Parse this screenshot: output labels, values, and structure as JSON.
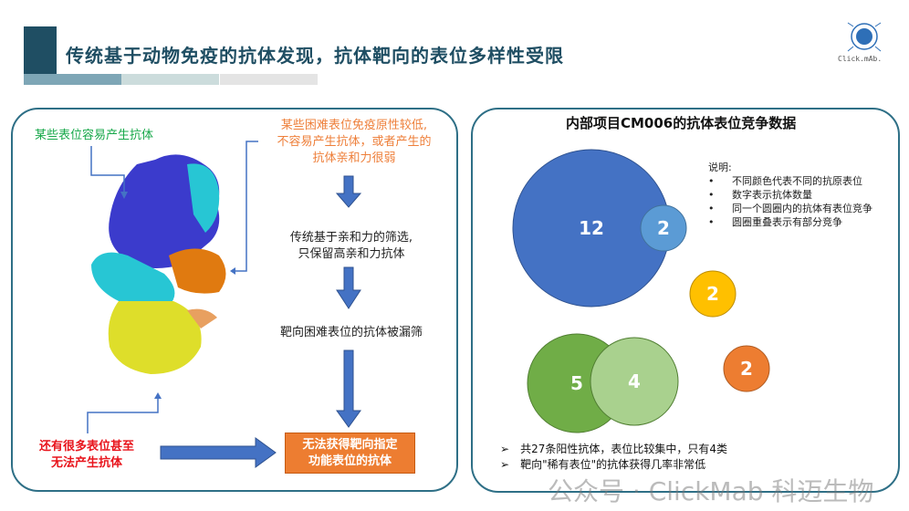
{
  "header": {
    "title": "传统基于动物免疫的抗体发现，抗体靶向的表位多样性受限",
    "logo_text": "Click.mAb."
  },
  "left": {
    "easy_label": "某些表位容易产生抗体",
    "hard_label": [
      "某些困难表位免疫原性较低,",
      "不容易产生抗体，或者产生的",
      "抗体亲和力很弱"
    ],
    "screen_label": [
      "传统基于亲和力的筛选,",
      "只保留高亲和力抗体"
    ],
    "missed_label": "靶向困难表位的抗体被漏筛",
    "many_label": [
      "还有很多表位甚至",
      "无法产生抗体"
    ],
    "result_box": [
      "无法获得靶向指定",
      "功能表位的抗体"
    ]
  },
  "right": {
    "title": "内部项目CM006的抗体表位竞争数据",
    "legend_title": "说明:",
    "legend_items": [
      "不同颜色代表不同的抗原表位",
      "数字表示抗体数量",
      "同一个圆圈内的抗体有表位竞争",
      "圆圈重叠表示有部分竞争"
    ],
    "circles": [
      {
        "count": "12",
        "color": "#4472c4"
      },
      {
        "count": "2",
        "color": "#5b9bd5"
      },
      {
        "count": "2",
        "color": "#ffc000"
      },
      {
        "count": "5",
        "color": "#70ad47"
      },
      {
        "count": "4",
        "color": "#a9d18e"
      },
      {
        "count": "2",
        "color": "#ed7d31"
      }
    ],
    "bullets": [
      "共27条阳性抗体，表位比较集中，只有4类",
      "靶向\"稀有表位\"的抗体获得几率非常低"
    ],
    "bullet_icon": "arrowhead-bullet"
  },
  "watermark": "公众号 · ClickMab 科迈生物"
}
